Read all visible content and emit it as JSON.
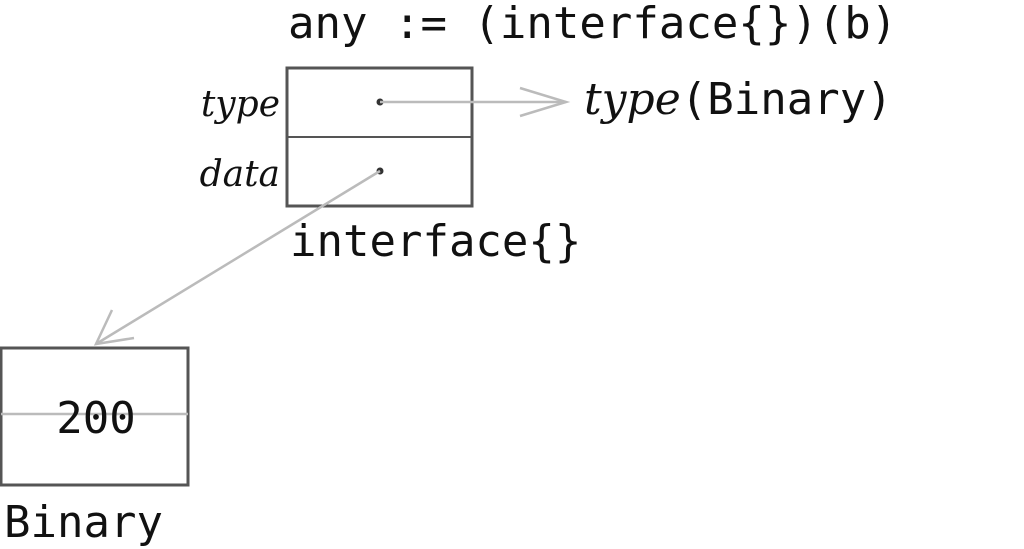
{
  "header": {
    "code": "any := (interface{})(b)"
  },
  "interface_box": {
    "type_label": "type",
    "data_label": "data",
    "caption": "interface{}"
  },
  "type_target": {
    "italic": "type",
    "rest": "(Binary)"
  },
  "value_box": {
    "value": "200",
    "caption": "Binary"
  },
  "colors": {
    "ink": "#111111",
    "box_border": "#555555",
    "arrow": "#bbbbbb"
  }
}
